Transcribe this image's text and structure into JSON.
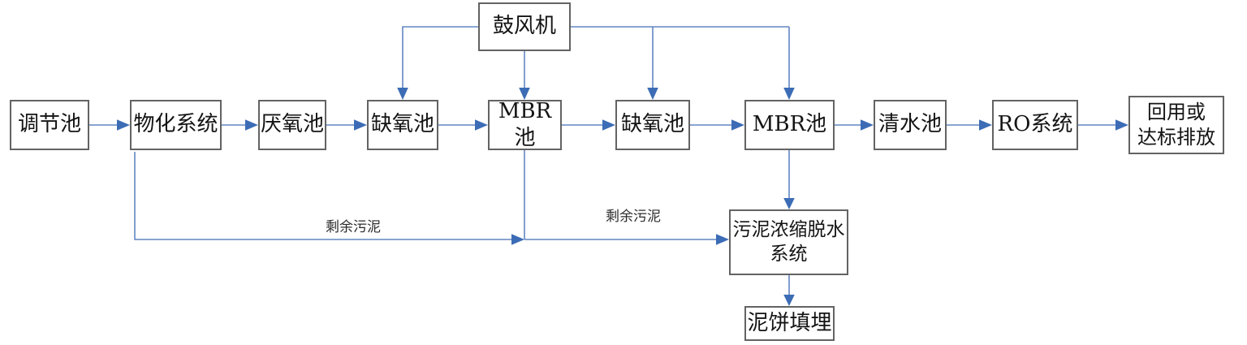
{
  "diagram": {
    "type": "flowchart",
    "background": "#ffffff",
    "colors": {
      "connector_line": "#6286c2",
      "arrowhead": "#3c6cb5",
      "box_border": "#636363",
      "box_fill": "#ffffff",
      "text": "#141414"
    },
    "nodes": {
      "blower": "鼓风机",
      "regulating_tank": "调节池",
      "physicochemical_system": "物化系统",
      "anaerobic_tank": "厌氧池",
      "anoxic_tank_1": "缺氧池",
      "mbr_tank_1": "MBR池",
      "anoxic_tank_2": "缺氧池",
      "mbr_tank_2": "MBR池",
      "clean_water_tank": "清水池",
      "ro_system": "RO系统",
      "reuse_or_discharge": "回用或\n达标排放",
      "sludge_dewatering_system": "污泥浓缩脱水\n系统",
      "sludge_cake_landfill": "泥饼填埋"
    },
    "edge_labels": {
      "excess_sludge_left": "剩余污泥",
      "excess_sludge_right": "剩余污泥"
    }
  }
}
